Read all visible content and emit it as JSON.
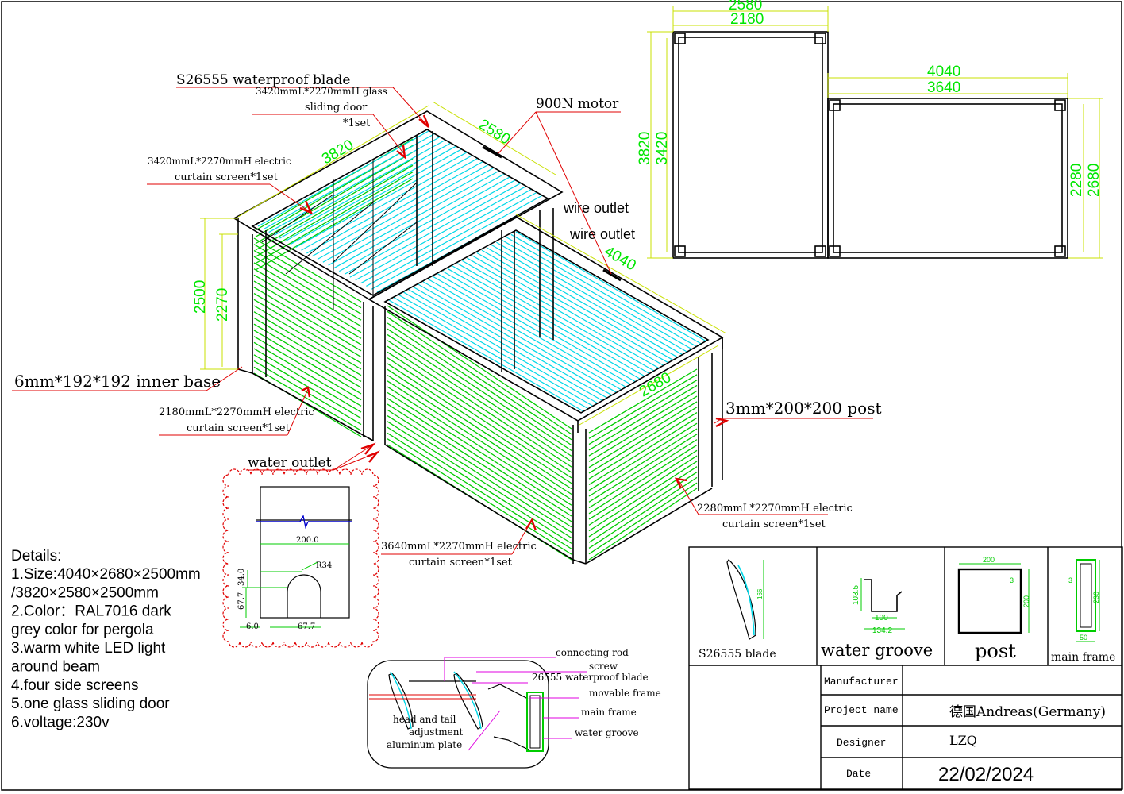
{
  "labels": {
    "blade": "S26555 waterproof blade",
    "glass_door_1": "3420mmL*2270mmH glass",
    "glass_door_2": "sliding door",
    "glass_door_3": "*1set",
    "motor": "900N motor",
    "wire_outlet_1": "wire outlet",
    "wire_outlet_2": "wire outlet",
    "screen_a_1": "3420mmL*2270mmH electric",
    "screen_a_2": "curtain screen*1set",
    "inner_base": "6mm*192*192 inner base",
    "screen_b_1": "2180mmL*2270mmH electric",
    "screen_b_2": "curtain screen*1set",
    "water_outlet": "water outlet",
    "post": "3mm*200*200  post",
    "screen_c_1": "2280mmL*2270mmH electric",
    "screen_c_2": "curtain screen*1set",
    "screen_d_1": "3640mmL*2270mmH electric",
    "screen_d_2": "curtain screen*1set"
  },
  "iso_dims": {
    "d3820": "3820",
    "d2580": "2580",
    "d4040": "4040",
    "d2680": "2680",
    "d2500": "2500",
    "d2270": "2270"
  },
  "plan_dims": {
    "top_outer": "2580",
    "top_inner": "2180",
    "right_outer": "4040",
    "right_inner": "3640",
    "left_outer": "3820",
    "left_inner": "3420",
    "r_inner": "2280",
    "r_outer": "2680"
  },
  "detail_groove": {
    "w200": "200.0",
    "r34": "R34",
    "h34": "34.0",
    "h677": "67.7",
    "w6": "6.0",
    "w677": "67.7"
  },
  "details": {
    "heading": "Details:",
    "lines": [
      "1.Size:4040×2680×2500mm",
      "/3820×2580×2500mm",
      "2.Color：RAL7016 dark",
      "grey color for pergola",
      "3.warm white LED light",
      "around beam",
      "4.four side screens",
      "5.one glass sliding door",
      "6.voltage:230v"
    ]
  },
  "section": {
    "connecting_rod": "connecting rod",
    "screw": "screw",
    "blade": "26555 waterproof blade",
    "movable_frame": "movable frame",
    "main_frame": "main frame",
    "water_groove": "water groove",
    "hta_1": "head and tail",
    "hta_2": "adjustment",
    "hta_3": "aluminum plate"
  },
  "profiles": {
    "blade_caption": "S26555 blade",
    "blade_dim": "166",
    "groove_caption": "water groove",
    "groove_h": "103.5",
    "groove_w1": "100",
    "groove_w2": "134.2",
    "post_caption": "post",
    "post_w": "200",
    "post_t": "3",
    "post_h": "200",
    "frame_caption": "main frame",
    "frame_t": "3",
    "frame_h": "230",
    "frame_w": "50"
  },
  "title_block": {
    "manufacturer_label": "Manufacturer",
    "manufacturer_value": "",
    "project_label": "Project name",
    "project_value": "德国Andreas(Germany)",
    "designer_label": "Designer",
    "designer_value": "LZQ",
    "date_label": "Date",
    "date_value": "22/02/2024"
  },
  "colors": {
    "dimension": "#00e600",
    "screen": "#00cc00",
    "blade": "#00d8e8",
    "leader": "#e00000",
    "magenta": "#e000e0",
    "outline": "#000000"
  }
}
